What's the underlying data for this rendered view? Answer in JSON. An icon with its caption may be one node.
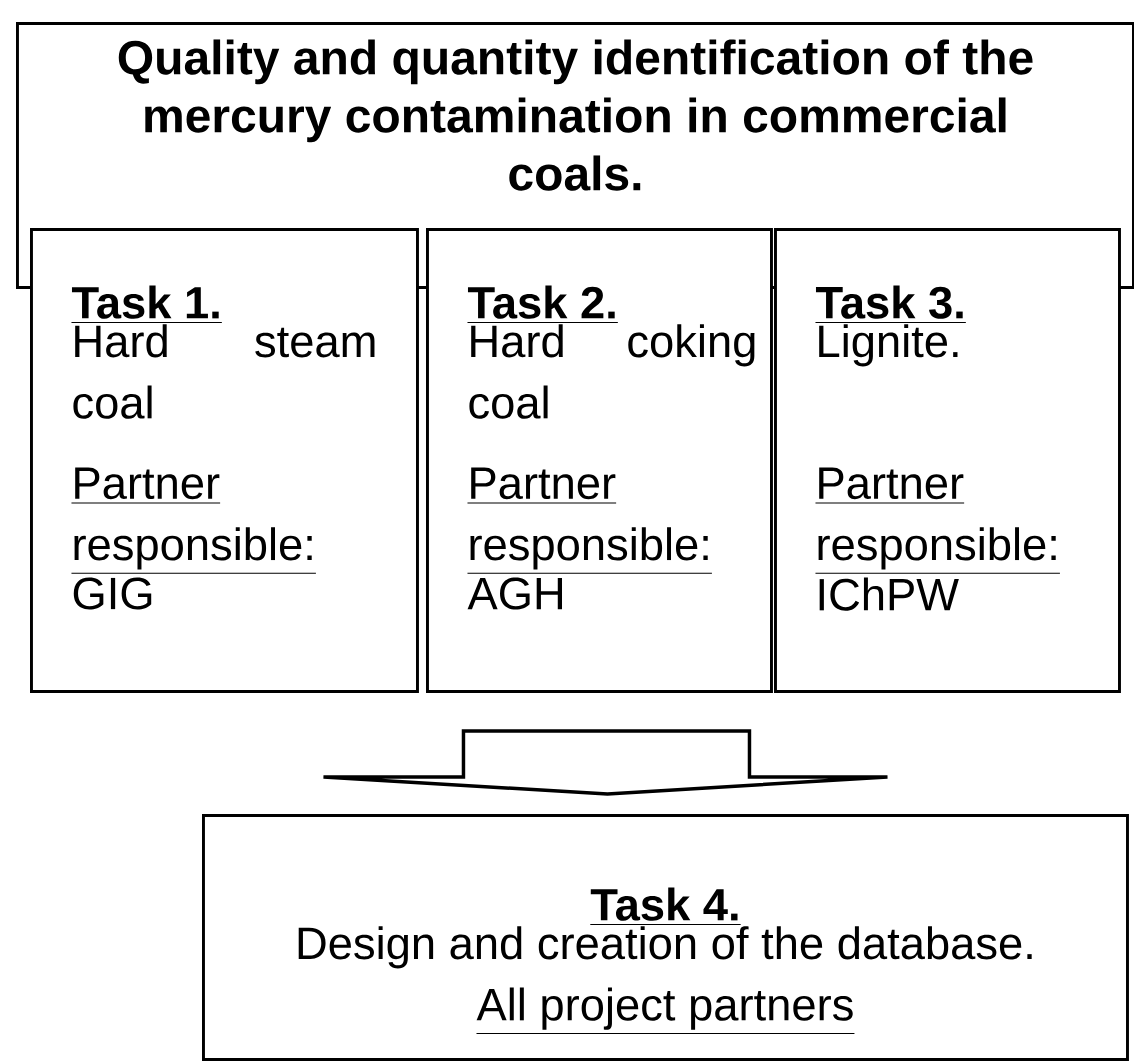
{
  "diagram": {
    "nodes": [
      {
        "text": [
          "Quality and quantity identification of the mercury contamination in commercial coals."
        ]
      },
      {
        "text": [
          "Task 1.",
          "Hard steam coal",
          "Partner responsible:",
          "GIG"
        ]
      },
      {
        "text": [
          "Task 2.",
          "Hard coking coal",
          "Partner responsible:",
          "AGH"
        ]
      },
      {
        "text": [
          "Task 3.",
          "Lignite.",
          "Partner responsible:",
          "IChPW"
        ]
      },
      {
        "text": [
          "Task 4.",
          "Design and creation of the database.",
          "All project partners"
        ]
      }
    ],
    "edges": [
      {
        "from": 1,
        "to": 4,
        "arrow": "to"
      },
      {
        "from": 2,
        "to": 4,
        "arrow": "to"
      },
      {
        "from": 3,
        "to": 4,
        "arrow": "to"
      }
    ]
  }
}
